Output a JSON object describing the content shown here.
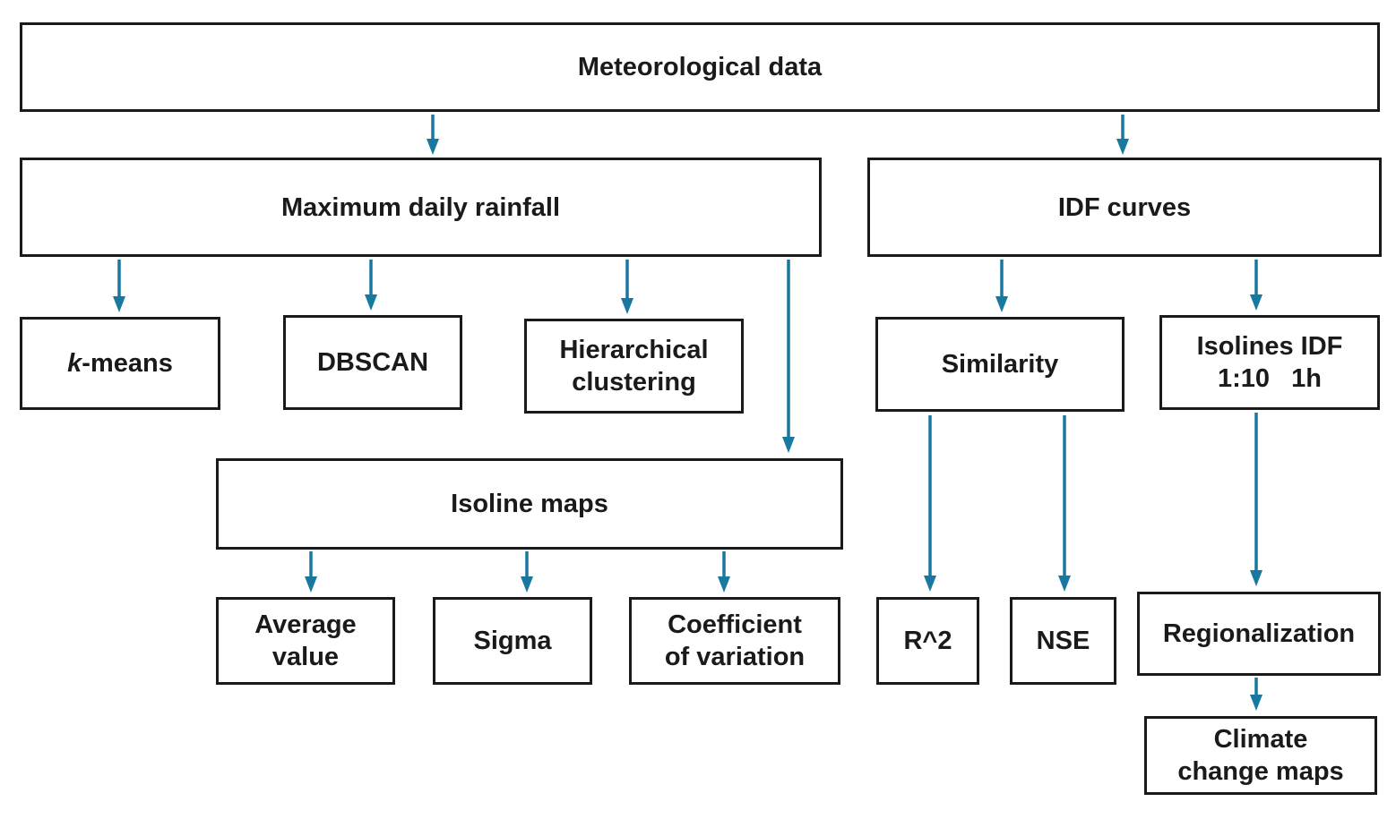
{
  "colors": {
    "arrow": "#1878A0",
    "box_border": "#1A1A1A",
    "text": "#1A1A1A",
    "background": "#FFFFFF"
  },
  "nodes": {
    "meteorological_data": {
      "label": "Meteorological data"
    },
    "maximum_daily_rainfall": {
      "label": "Maximum daily rainfall"
    },
    "idf_curves": {
      "label": "IDF curves"
    },
    "k_means": {
      "label_italic": "k",
      "label_rest": "-means"
    },
    "dbscan": {
      "label": "DBSCAN"
    },
    "hierarchical_clustering": {
      "line1": "Hierarchical",
      "line2": "clustering"
    },
    "similarity": {
      "label": "Similarity"
    },
    "isolines_idf": {
      "line1": "Isolines IDF",
      "line2": "1:10   1h"
    },
    "isoline_maps": {
      "label": "Isoline maps"
    },
    "average_value": {
      "line1": "Average",
      "line2": "value"
    },
    "sigma": {
      "label": "Sigma"
    },
    "coefficient_of_variation": {
      "line1": "Coefficient",
      "line2": "of variation"
    },
    "r_squared": {
      "label": "R^2"
    },
    "nse": {
      "label": "NSE"
    },
    "regionalization": {
      "label": "Regionalization"
    },
    "climate_change_maps": {
      "line1": "Climate",
      "line2": "change maps"
    }
  }
}
